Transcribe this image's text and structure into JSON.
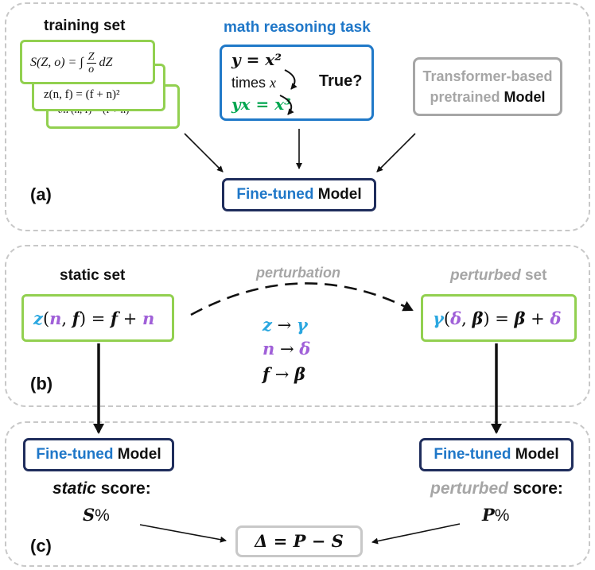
{
  "panel_a": {
    "label": "(a)",
    "training_set_title": "training set",
    "formula_front": "S(Z, o) = ∫ (Z / o) dZ",
    "formula_front_parts": {
      "lhs": "S(Z, o) = ∫",
      "num": "Z",
      "den": "o",
      "tail": "dZ"
    },
    "formula_middle": "z(n, f) = (f + n)²",
    "formula_back": "∂n (n, f) = (f + n)",
    "math_task_title": "math reasoning task",
    "task_line1": "y = x²",
    "task_line2_word": "times",
    "task_line2_var": "x",
    "task_line3": "yx = x³",
    "task_question": "True?",
    "pretrained_line1": "Transformer-based",
    "pretrained_line2_prefix": "pretrained",
    "pretrained_line2_suffix": "Model",
    "finetuned_prefix": "Fine-tuned",
    "finetuned_suffix": "Model"
  },
  "panel_b": {
    "label": "(b)",
    "static_set_title": "static set",
    "perturbation_label": "perturbation",
    "perturbed_title_italic": "perturbed",
    "perturbed_title_rest": "set",
    "static_eq": {
      "f1": "z",
      "p1": "(",
      "a1": "n",
      "c1": ", ",
      "a2": "f",
      "p2": ") = ",
      "r1": "f",
      "plus": " + ",
      "r2": "n"
    },
    "perturbed_eq": {
      "f1": "γ",
      "p1": "(",
      "a1": "δ",
      "c1": ", ",
      "a2": "β",
      "p2": ") = ",
      "r1": "β",
      "plus": " + ",
      "r2": "δ"
    },
    "mappings": [
      {
        "from": "z",
        "arrow": " → ",
        "to": "γ"
      },
      {
        "from": "n",
        "arrow": " → ",
        "to": "δ"
      },
      {
        "from": "f",
        "arrow": " → ",
        "to": "β"
      }
    ]
  },
  "panel_c": {
    "label": "(c)",
    "left_model_prefix": "Fine-tuned",
    "left_model_suffix": "Model",
    "right_model_prefix": "Fine-tuned",
    "right_model_suffix": "Model",
    "static_score_italic": "static",
    "static_score_rest": "score:",
    "static_value_var": "S",
    "static_value_unit": "%",
    "perturbed_score_italic": "perturbed",
    "perturbed_score_rest": "score:",
    "perturbed_value_var": "P",
    "perturbed_value_unit": "%",
    "delta_formula": "Δ = P − S"
  },
  "colors": {
    "green_border": "#92d050",
    "navy_border": "#1f2d5c",
    "blue_text": "#1f77c8",
    "purple": "#a060d8",
    "cyan": "#2aa7e0",
    "green_text": "#00a650",
    "gray_text": "#a6a6a6",
    "dashed_panel": "#c8c8c8"
  }
}
